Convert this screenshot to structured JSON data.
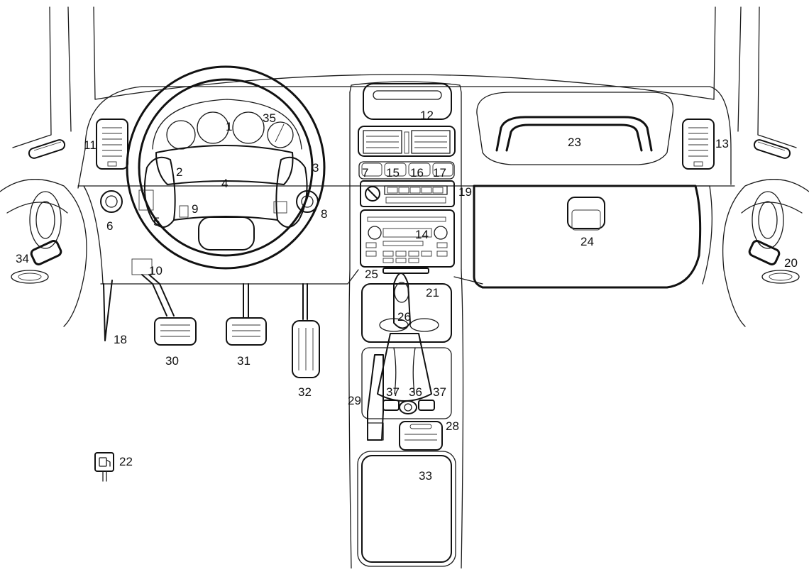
{
  "callouts": [
    "1",
    "2",
    "3",
    "4",
    "5",
    "6",
    "7",
    "8",
    "9",
    "10",
    "11",
    "12",
    "13",
    "14",
    "15",
    "16",
    "17",
    "18",
    "19",
    "20",
    "21",
    "22",
    "23",
    "24",
    "25",
    "26",
    "28",
    "29",
    "30",
    "31",
    "32",
    "33",
    "34",
    "35",
    "36",
    "37"
  ],
  "colors": {
    "line": "#111111",
    "background": "#ffffff"
  },
  "icons": {
    "fuel": "fuel-pump-icon"
  }
}
